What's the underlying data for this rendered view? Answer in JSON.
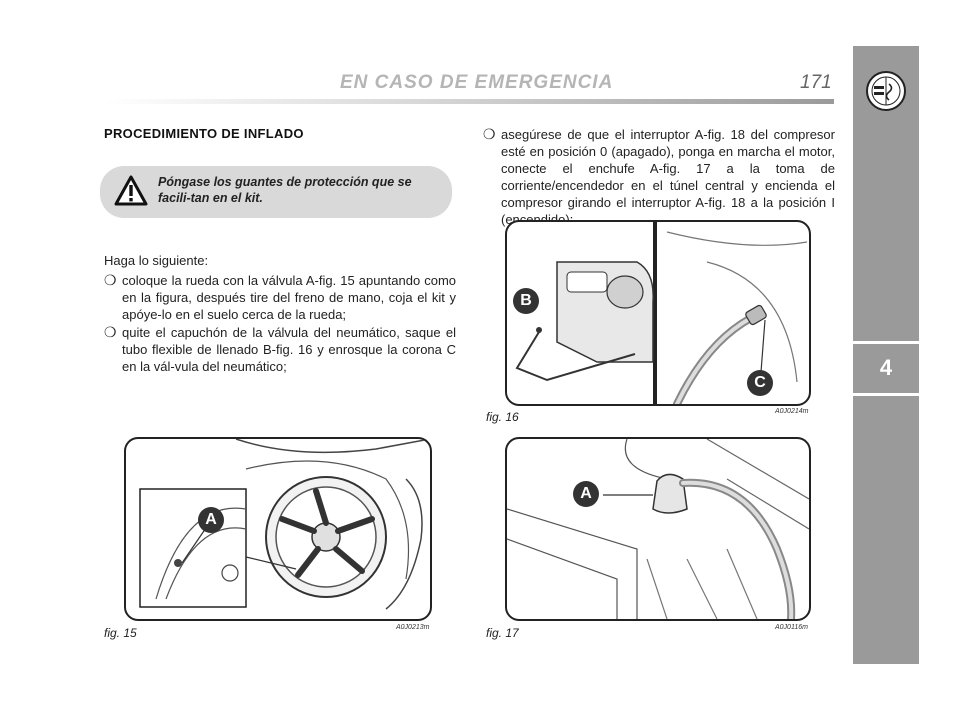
{
  "header": {
    "title": "EN CASO DE EMERGENCIA",
    "page_number": "171"
  },
  "side_tab": {
    "chapter": "4"
  },
  "section": {
    "heading": "PROCEDIMIENTO DE INFLADO"
  },
  "warning": {
    "icon": "warning-triangle-icon",
    "text": "Póngase los guantes de protección que se facili-tan en el kit."
  },
  "body": {
    "intro": "Haga lo siguiente:",
    "bullet_symbol": "❍",
    "bullets": [
      "coloque la rueda con la válvula A-fig. 15 apuntando como en la figura, después tire del freno de mano, coja el kit y apóye-lo en el suelo cerca de la rueda;",
      "quite el capuchón de la válvula del neumático, saque el tubo flexible de llenado B-fig. 16 y enrosque la corona C en la vál-vula del neumático;",
      "asegúrese de que el interruptor A-fig. 18 del compresor esté en posición 0 (apagado), ponga en marcha el motor, conecte el enchufe A-fig. 17 a la toma de corriente/encendedor en el túnel central y encienda el compresor girando el interruptor A-fig. 18 a la posición I (encendido);"
    ]
  },
  "figures": {
    "fig15": {
      "label": "fig. 15",
      "code": "A0J0213m",
      "callouts": [
        "A"
      ]
    },
    "fig16": {
      "label": "fig. 16",
      "code": "A0J0214m",
      "callouts": [
        "B",
        "C"
      ]
    },
    "fig17": {
      "label": "fig. 17",
      "code": "A0J0116m",
      "callouts": [
        "A"
      ]
    }
  }
}
